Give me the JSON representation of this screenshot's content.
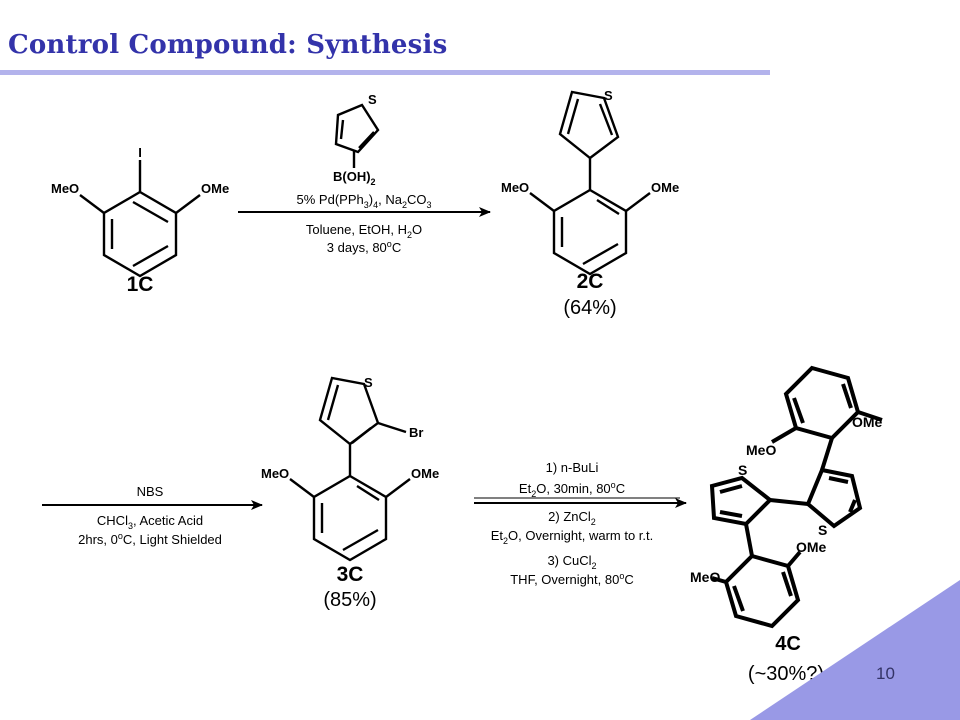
{
  "slide": {
    "title": "Control Compound: Synthesis",
    "page_number": "10",
    "colors": {
      "title": "#3333aa",
      "rule": "#b3b3ec",
      "corner": "#9999e6"
    }
  },
  "compounds": {
    "c1": {
      "id": "1C",
      "sub_left": "MeO",
      "sub_right": "OMe",
      "sub_top": "I"
    },
    "boronic": {
      "heteroatom": "S",
      "substituent": "B(OH)",
      "sub_subscript": "2"
    },
    "c2": {
      "id": "2C",
      "yield": "(64%)",
      "sub_left": "MeO",
      "sub_right": "OMe",
      "heteroatom": "S"
    },
    "c3": {
      "id": "3C",
      "yield": "(85%)",
      "sub_left": "MeO",
      "sub_right": "OMe",
      "heteroatom": "S",
      "halogen": "Br"
    },
    "c4": {
      "id": "4C",
      "yield": "(~30%?)",
      "sub_left": "MeO",
      "sub_right": "OMe",
      "heteroatom": "S"
    }
  },
  "reactions": {
    "r1": {
      "catalyst": "5% Pd(PPh",
      "cat_sub1": "3",
      "cat_mid": ")",
      "cat_sub2": "4",
      "cat_end": ", Na",
      "cat_sub3": "2",
      "cat_end2": "CO",
      "cat_sub4": "3",
      "solvent_pre": "Toluene, EtOH, H",
      "solvent_sub": "2",
      "solvent_end": "O",
      "time_pre": "3 days, 80",
      "time_sup": "o",
      "time_end": "C"
    },
    "r2": {
      "reagent": "NBS",
      "solvent_pre": "CHCl",
      "solvent_sub": "3",
      "solvent_end": ", Acetic Acid",
      "cond_pre": "2hrs, 0",
      "cond_sup": "o",
      "cond_end": "C, Light Shielded"
    },
    "r3": {
      "step1": "1) n-BuLi",
      "step1_cond_pre": "Et",
      "step1_cond_sub": "2",
      "step1_cond_mid": "O, 30min, 80",
      "step1_cond_sup": "o",
      "step1_cond_end": "C",
      "step2_pre": "2) ZnCl",
      "step2_sub": "2",
      "step2_cond_pre": "Et",
      "step2_cond_sub": "2",
      "step2_cond_end": "O, Overnight, warm to r.t.",
      "step3_pre": "3) CuCl",
      "step3_sub": "2",
      "step3_cond_pre": "THF, Overnight, 80",
      "step3_cond_sup": "o",
      "step3_cond_end": "C"
    }
  }
}
